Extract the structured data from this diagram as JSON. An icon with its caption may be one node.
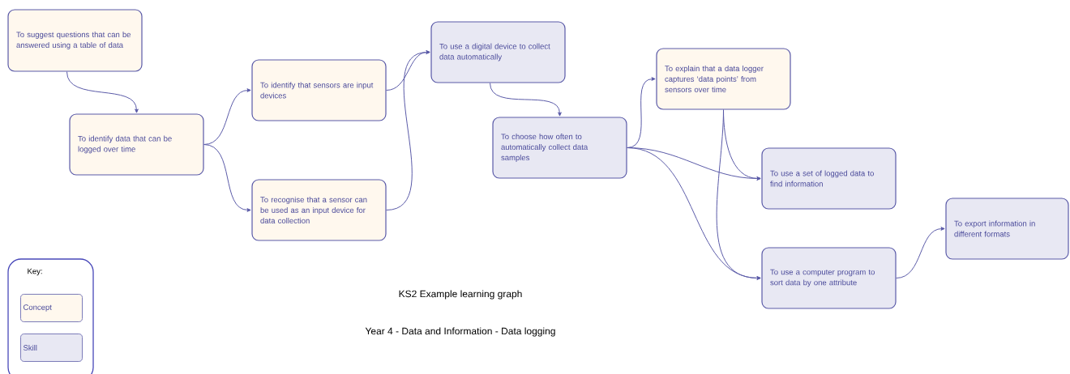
{
  "diagram": {
    "title": "KS2 Example learning graph",
    "caption": "Year 4 - Data and Information - Data logging",
    "nodes": [
      {
        "text": [
          "To suggest questions that can be answered using a table of data"
        ]
      },
      {
        "text": [
          "To identify data that can be logged over time"
        ]
      },
      {
        "text": [
          "To identify that sensors are input devices"
        ]
      },
      {
        "text": [
          "To recognise that a sensor can be used as an input device for data collection"
        ]
      },
      {
        "text": [
          "To use a digital device to collect data automatically"
        ]
      },
      {
        "text": [
          "To choose how often to automatically collect data samples"
        ]
      },
      {
        "text": [
          "To explain that a data logger captures ‘data points’ from sensors over time"
        ]
      },
      {
        "text": [
          "To use a set of logged data to find information"
        ]
      },
      {
        "text": [
          "To export information in different formats"
        ]
      },
      {
        "text": [
          "To use a computer program to sort data by one attribute"
        ]
      }
    ],
    "edges": [
      {
        "from": 0,
        "to": 1,
        "arrow": "to"
      },
      {
        "from": 1,
        "to": 2,
        "arrow": "to"
      },
      {
        "from": 1,
        "to": 3,
        "arrow": "to"
      },
      {
        "from": 2,
        "to": 4,
        "arrow": "to"
      },
      {
        "from": 3,
        "to": 4,
        "arrow": "to"
      },
      {
        "from": 4,
        "to": 5,
        "arrow": "to"
      },
      {
        "from": 5,
        "to": 6,
        "arrow": "to"
      },
      {
        "from": 5,
        "to": 7,
        "arrow": "to"
      },
      {
        "from": 5,
        "to": 9,
        "arrow": "to"
      },
      {
        "from": 6,
        "to": 7,
        "arrow": "to"
      },
      {
        "from": 6,
        "to": 9,
        "arrow": "to"
      },
      {
        "from": 9,
        "to": 8,
        "arrow": "to"
      }
    ],
    "labels": [
      "Key:"
    ],
    "legend": [
      {
        "text": "Concept",
        "color": "#fff8ee"
      },
      {
        "text": "Skill",
        "color": "#e8e8f3"
      }
    ]
  }
}
